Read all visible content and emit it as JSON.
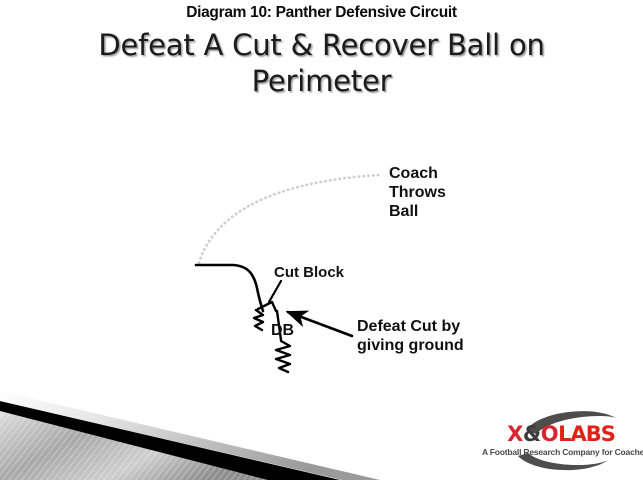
{
  "slide": {
    "subtitle": "Diagram 10: Panther Defensive Circuit",
    "title_line1": "Defeat A Cut & Recover Ball on",
    "title_line2": "Perimeter",
    "background_color": "#ffffff"
  },
  "diagram": {
    "type": "football-play-diagram",
    "annotations": [
      {
        "id": "coach-throws-ball",
        "text": "Coach\nThrows\nBall"
      },
      {
        "id": "cut-block",
        "text": "Cut Block"
      },
      {
        "id": "defeat-cut",
        "text": "Defeat Cut by\ngiving ground"
      },
      {
        "id": "db-label",
        "text": "DB"
      }
    ],
    "paths": [
      {
        "id": "ball-flight-path",
        "style": "dotted",
        "color": "#c9d2cc",
        "description": "dotted arc from coach to receiver showing ball flight"
      },
      {
        "id": "player-run-path",
        "style": "solid",
        "color": "#000000",
        "description": "solid line showing player path then cut"
      },
      {
        "id": "cut-block-zigzag",
        "style": "zigzag",
        "color": "#000000",
        "description": "squiggle indicating blocker engaging low"
      },
      {
        "id": "db-recover-zigzag",
        "style": "zigzag",
        "color": "#000000",
        "description": "squiggle indicating DB giving ground"
      },
      {
        "id": "defeat-cut-arrow",
        "style": "arrow",
        "color": "#000000",
        "description": "arrow pointing from callout text to cut point"
      },
      {
        "id": "cut-block-leader",
        "style": "line",
        "color": "#000000",
        "description": "leader line from Cut Block label to block point"
      }
    ]
  },
  "footer": {
    "wedge": {
      "id": "decorative-wedge",
      "colors": [
        "#ffffff",
        "#b9b9b9",
        "#7d7d7d",
        "#000000"
      ]
    },
    "logo": {
      "brand_x": "X",
      "brand_amp": "&",
      "brand_o": "O",
      "brand_labs": "LABS",
      "tagline": "A Football Research Company for Coaches",
      "accent_color": "#e32119",
      "swoosh_color": "#4d4d4d"
    }
  }
}
